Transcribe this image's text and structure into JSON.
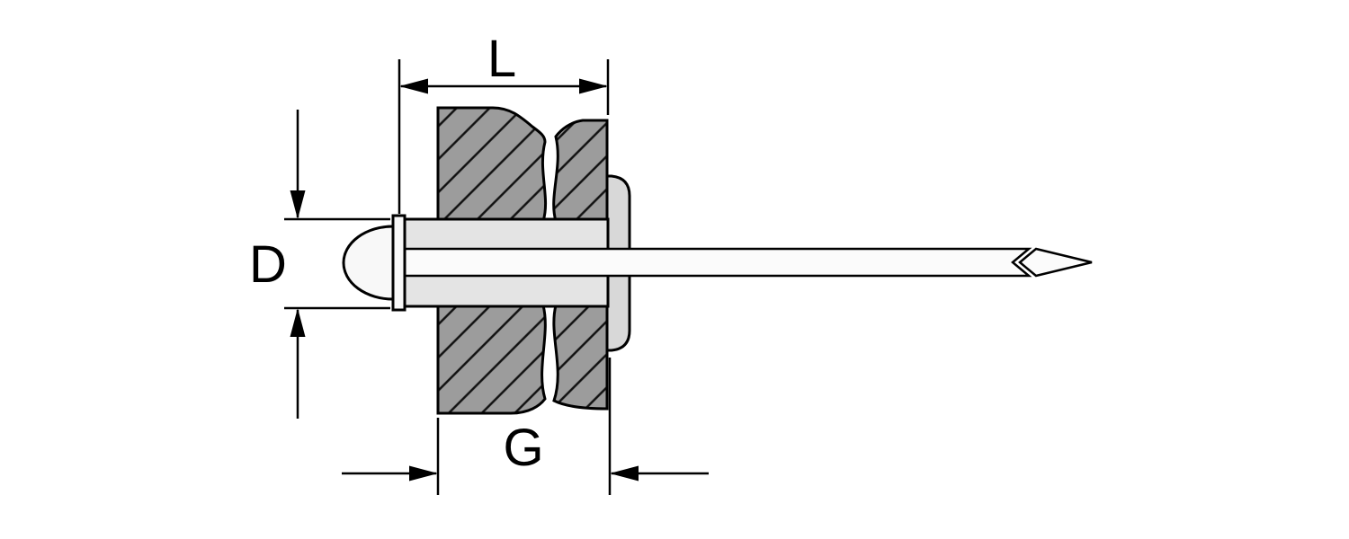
{
  "diagram": {
    "name": "Blind rivet cross-section dimension drawing",
    "labels": {
      "length": "L",
      "diameter": "D",
      "grip": "G"
    },
    "colors": {
      "background": "#ffffff",
      "outline": "#000000",
      "plate_fill": "#9c9c9c",
      "hatch_line": "#111111",
      "rivet_body": "#e4e4e4",
      "blind_flange": "#d8d8d8",
      "rivet_head": "#f8f8f8",
      "mandrel": "#fbfbfb"
    }
  }
}
